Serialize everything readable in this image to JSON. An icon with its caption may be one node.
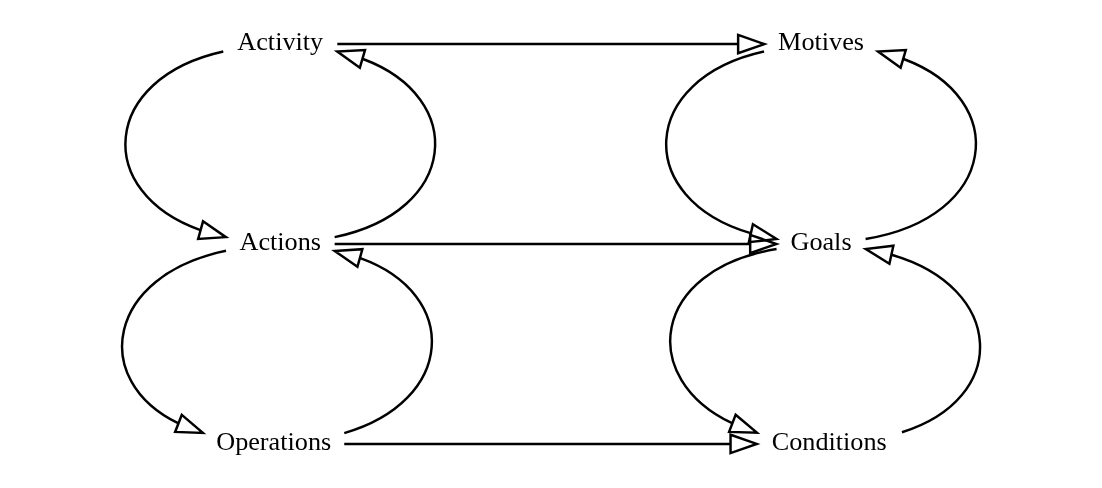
{
  "diagram": {
    "nodes": [
      {
        "text": [
          "Activity"
        ]
      },
      {
        "text": [
          "Motives"
        ]
      },
      {
        "text": [
          "Actions"
        ]
      },
      {
        "text": [
          "Goals"
        ]
      },
      {
        "text": [
          "Operations"
        ]
      },
      {
        "text": [
          "Conditions"
        ]
      }
    ],
    "edges": [
      {
        "from": 0,
        "to": 1,
        "arrow": "to"
      },
      {
        "from": 2,
        "to": 0,
        "arrow": "to"
      },
      {
        "from": 0,
        "to": 2,
        "arrow": "to"
      },
      {
        "from": 3,
        "to": 1,
        "arrow": "to"
      },
      {
        "from": 1,
        "to": 3,
        "arrow": "to"
      },
      {
        "from": 2,
        "to": 3,
        "arrow": "to"
      },
      {
        "from": 4,
        "to": 2,
        "arrow": "to"
      },
      {
        "from": 2,
        "to": 4,
        "arrow": "to"
      },
      {
        "from": 5,
        "to": 3,
        "arrow": "to"
      },
      {
        "from": 3,
        "to": 5,
        "arrow": "to"
      },
      {
        "from": 4,
        "to": 5,
        "arrow": "to"
      }
    ]
  }
}
